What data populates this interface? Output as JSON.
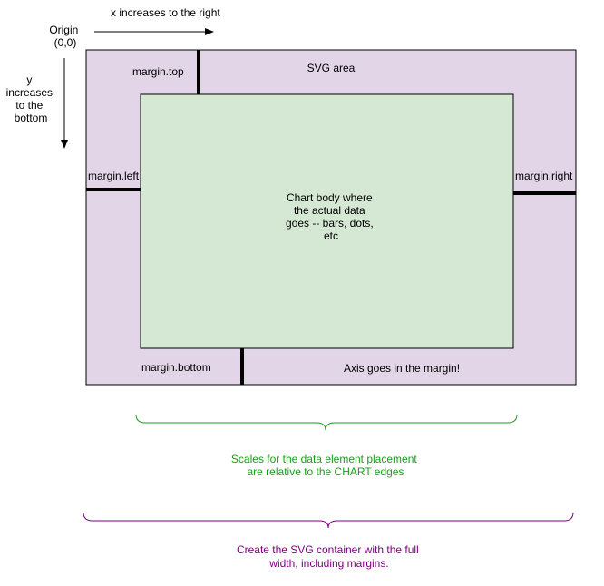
{
  "origin": {
    "line1": "Origin",
    "line2": "(0,0)"
  },
  "x_axis_note": "x increases to the right",
  "y_axis_note": {
    "line1": "y",
    "line2": "increases",
    "line3": "to the",
    "line4": "bottom"
  },
  "svg_area": {
    "label": "SVG area",
    "fill_color": "#e1d5e7"
  },
  "chart_body": {
    "line1": "Chart body where",
    "line2": "the actual data",
    "line3": "goes -- bars, dots,",
    "line4": "etc",
    "fill_color": "#d5e8d4"
  },
  "margins": {
    "top": "margin.top",
    "left": "margin.left",
    "right": "margin.right",
    "bottom": "margin.bottom"
  },
  "axis_note": "Axis goes in the margin!",
  "scales_note": {
    "line1": "Scales for the data element placement",
    "line2": "are relative to the CHART edges",
    "color": "#1a9e1a"
  },
  "container_note": {
    "line1": "Create the SVG container with the full",
    "line2": "width, including margins.",
    "color": "#800080"
  }
}
